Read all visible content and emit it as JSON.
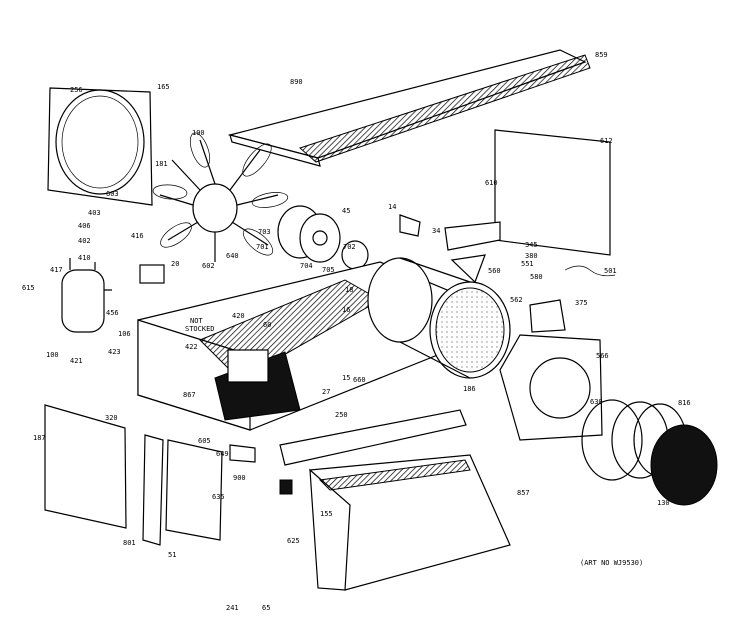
{
  "diagram": {
    "art_number": "(ART NO WJ9530)",
    "not_stocked_note": [
      "NOT",
      "STOCKED"
    ],
    "part_labels": [
      "256",
      "165",
      "890",
      "859",
      "612",
      "610",
      "190",
      "181",
      "603",
      "403",
      "406",
      "45",
      "703",
      "701",
      "702",
      "705",
      "704",
      "402",
      "410",
      "416",
      "417",
      "20",
      "602",
      "640",
      "615",
      "456",
      "106",
      "100",
      "421",
      "423",
      "422",
      "420",
      "60",
      "867",
      "27",
      "15",
      "660",
      "16",
      "18",
      "14",
      "34",
      "345",
      "380",
      "551",
      "560",
      "580",
      "501",
      "562",
      "375",
      "566",
      "186",
      "630",
      "187",
      "320",
      "250",
      "605",
      "900",
      "801",
      "51",
      "635",
      "857",
      "625",
      "649",
      "155",
      "816",
      "130",
      "241",
      "65"
    ]
  }
}
